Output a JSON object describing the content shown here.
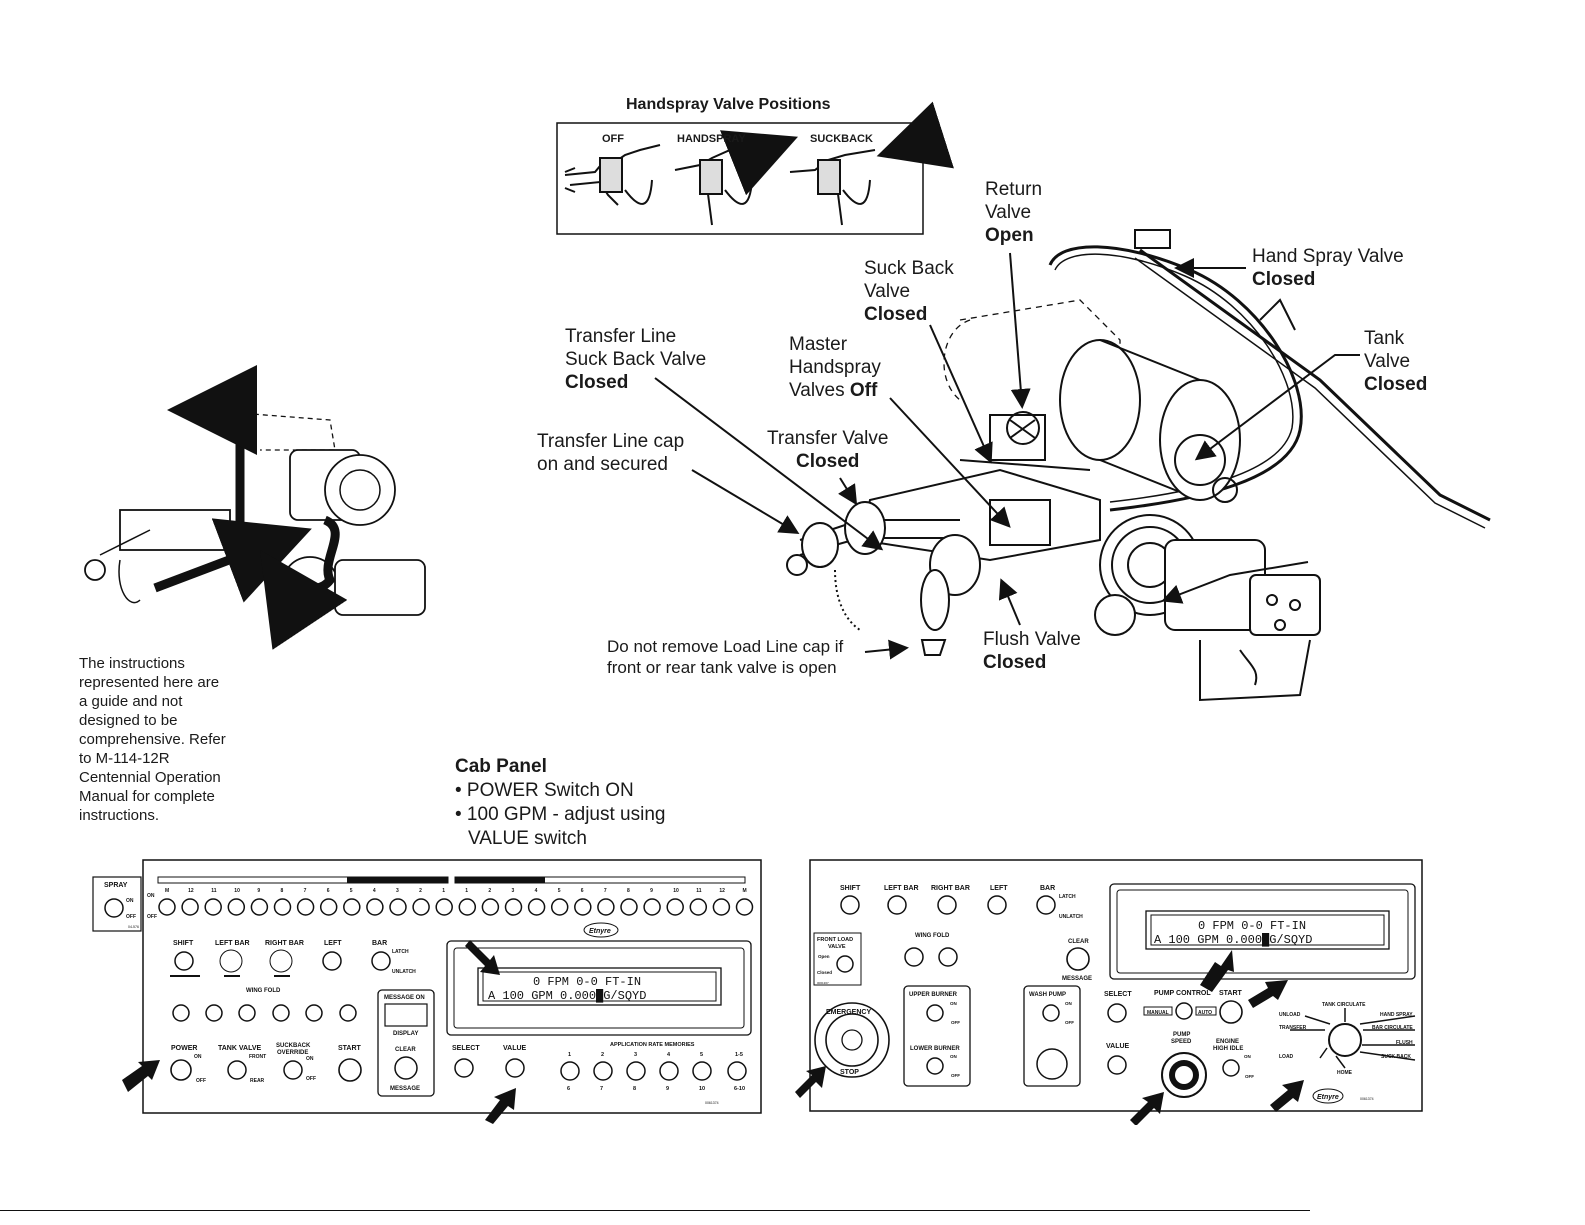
{
  "handspray": {
    "title": "Handspray Valve Positions",
    "positions": [
      "OFF",
      "HANDSPRAY",
      "SUCKBACK"
    ]
  },
  "callouts": {
    "return_valve": {
      "l1": "Return",
      "l2": "Valve",
      "state": "Open"
    },
    "suck_back_valve": {
      "l1": "Suck Back",
      "l2": "Valve",
      "state": "Closed"
    },
    "hand_spray_valve": {
      "l1": "Hand Spray Valve",
      "state": "Closed"
    },
    "transfer_line_suck_back": {
      "l1": "Transfer Line",
      "l2": "Suck Back Valve",
      "state": "Closed"
    },
    "master_handspray": {
      "l1": "Master",
      "l2": "Handspray",
      "l3": "Valves ",
      "state": "Off"
    },
    "tank_valve": {
      "l1": "Tank",
      "l2": "Valve",
      "state": "Closed"
    },
    "transfer_line_cap": {
      "l1": "Transfer Line cap",
      "l2": "on and secured"
    },
    "transfer_valve": {
      "l1": "Transfer Valve",
      "state": "Closed"
    },
    "load_line_cap": {
      "l1": "Do not remove Load Line cap if",
      "l2": "front or rear tank valve is open"
    },
    "flush_valve": {
      "l1": "Flush Valve",
      "state": "Closed"
    }
  },
  "instructions": {
    "lines": [
      "The instructions",
      "represented here are",
      "a guide and not",
      "designed to be",
      "comprehensive. Refer",
      "to M-114-12R",
      "Centennial Operation",
      "Manual for complete",
      "instructions."
    ]
  },
  "cab_panel": {
    "title": "Cab Panel",
    "bullets": [
      "• POWER Switch ON",
      "• 100 GPM - adjust using",
      "VALUE switch"
    ]
  },
  "left_panel": {
    "spray": {
      "label": "SPRAY",
      "on": "ON",
      "off": "OFF",
      "code": "04-576"
    },
    "nozzle_labels": [
      "M",
      "12",
      "11",
      "10",
      "9",
      "8",
      "7",
      "6",
      "5",
      "4",
      "3",
      "2",
      "1",
      "1",
      "2",
      "3",
      "4",
      "5",
      "6",
      "7",
      "8",
      "9",
      "10",
      "11",
      "12",
      "M"
    ],
    "on": "ON",
    "off": "OFF",
    "brand": "Etnyre",
    "controls": {
      "shift": "SHIFT",
      "left_bar": "LEFT BAR",
      "right_bar": "RIGHT BAR",
      "left": "LEFT",
      "bar": "BAR",
      "latch": "LATCH",
      "unlatch": "UNLATCH",
      "wing_fold": "WING FOLD"
    },
    "message_on": "MESSAGE ON",
    "display_label": "DISPLAY",
    "clear": "CLEAR",
    "message": "MESSAGE",
    "power": "POWER",
    "tank_valve": "TANK VALVE",
    "front": "FRONT",
    "rear": "REAR",
    "suckback_override_1": "SUCKBACK",
    "suckback_override_2": "OVERRIDE",
    "start": "START",
    "select": "SELECT",
    "value": "VALUE",
    "lcd_line1": "0 FPM    0-0 FT-IN",
    "lcd_line2": "A  100 GPM  0.000█G/SQYD",
    "app_rate_title": "APPLICATION RATE MEMORIES",
    "memories_top": [
      "1",
      "2",
      "3",
      "4",
      "5",
      "1-5"
    ],
    "memories_bottom": [
      "6",
      "7",
      "8",
      "9",
      "10",
      "6-10"
    ],
    "part_code": "0061374"
  },
  "right_panel": {
    "controls": {
      "shift": "SHIFT",
      "left_bar": "LEFT BAR",
      "right_bar": "RIGHT BAR",
      "left": "LEFT",
      "bar": "BAR",
      "latch": "LATCH",
      "unlatch": "UNLATCH",
      "wing_fold": "WING FOLD"
    },
    "front_load_valve_1": "FRONT LOAD",
    "front_load_valve_2": "VALVE",
    "open": "Open",
    "closed": "Closed",
    "fl_code": "0061367",
    "clear": "CLEAR",
    "message": "MESSAGE",
    "lcd_line1": "0 FPM    0-0 FT-IN",
    "lcd_line2": "A  100 GPM  0.000█G/SQYD",
    "emergency": "EMERGENCY",
    "stop": "STOP",
    "upper_burner": "UPPER BURNER",
    "lower_burner": "LOWER BURNER",
    "on": "ON",
    "off": "OFF",
    "wash_pump": "WASH PUMP",
    "select": "SELECT",
    "value": "VALUE",
    "pump_control": "PUMP CONTROL",
    "manual": "MANUAL",
    "auto": "AUTO",
    "start": "START",
    "pump_speed_1": "PUMP",
    "pump_speed_2": "SPEED",
    "engine_high_idle_1": "ENGINE",
    "engine_high_idle_2": "HIGH IDLE",
    "dial": {
      "unload": "UNLOAD",
      "tank_circulate": "TANK CIRCULATE",
      "hand_spray": "HAND SPRAY",
      "transfer": "TRANSFER",
      "bar_circulate": "BAR CIRCULATE",
      "flush": "FLUSH",
      "load": "LOAD",
      "home": "HOME",
      "suck_back": "SUCK BACK"
    },
    "brand": "Etnyre",
    "part_code": "0061374"
  }
}
